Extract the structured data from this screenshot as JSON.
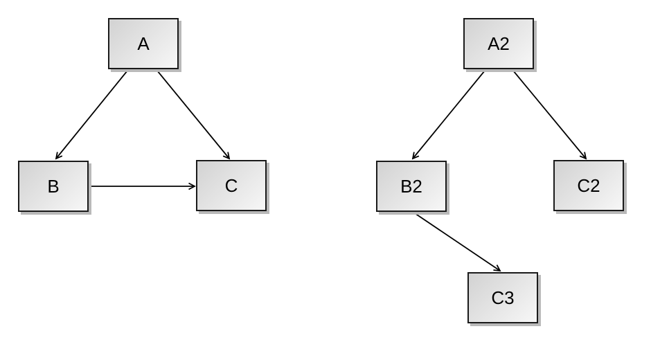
{
  "diagram": {
    "background_color": "#ffffff",
    "node_style": {
      "fill_gradient_start": "#d2d2d2",
      "fill_gradient_end": "#f7f7f7",
      "border_color": "#1a1a1a",
      "shadow_color": "#b9b9b9",
      "text_color": "#000000",
      "shape": "rectangle"
    },
    "edge_style": {
      "line_color": "#000000",
      "arrowhead": "open-v"
    },
    "left_graph": {
      "nodes": [
        {
          "id": "A",
          "label": "A"
        },
        {
          "id": "B",
          "label": "B"
        },
        {
          "id": "C",
          "label": "C"
        }
      ],
      "edges": [
        {
          "from": "A",
          "to": "B"
        },
        {
          "from": "A",
          "to": "C"
        },
        {
          "from": "B",
          "to": "C"
        }
      ]
    },
    "right_graph": {
      "nodes": [
        {
          "id": "A2",
          "label": "A2"
        },
        {
          "id": "B2",
          "label": "B2"
        },
        {
          "id": "C2",
          "label": "C2"
        },
        {
          "id": "C3",
          "label": "C3"
        }
      ],
      "edges": [
        {
          "from": "A2",
          "to": "B2"
        },
        {
          "from": "A2",
          "to": "C2"
        },
        {
          "from": "B2",
          "to": "C3"
        }
      ]
    }
  }
}
